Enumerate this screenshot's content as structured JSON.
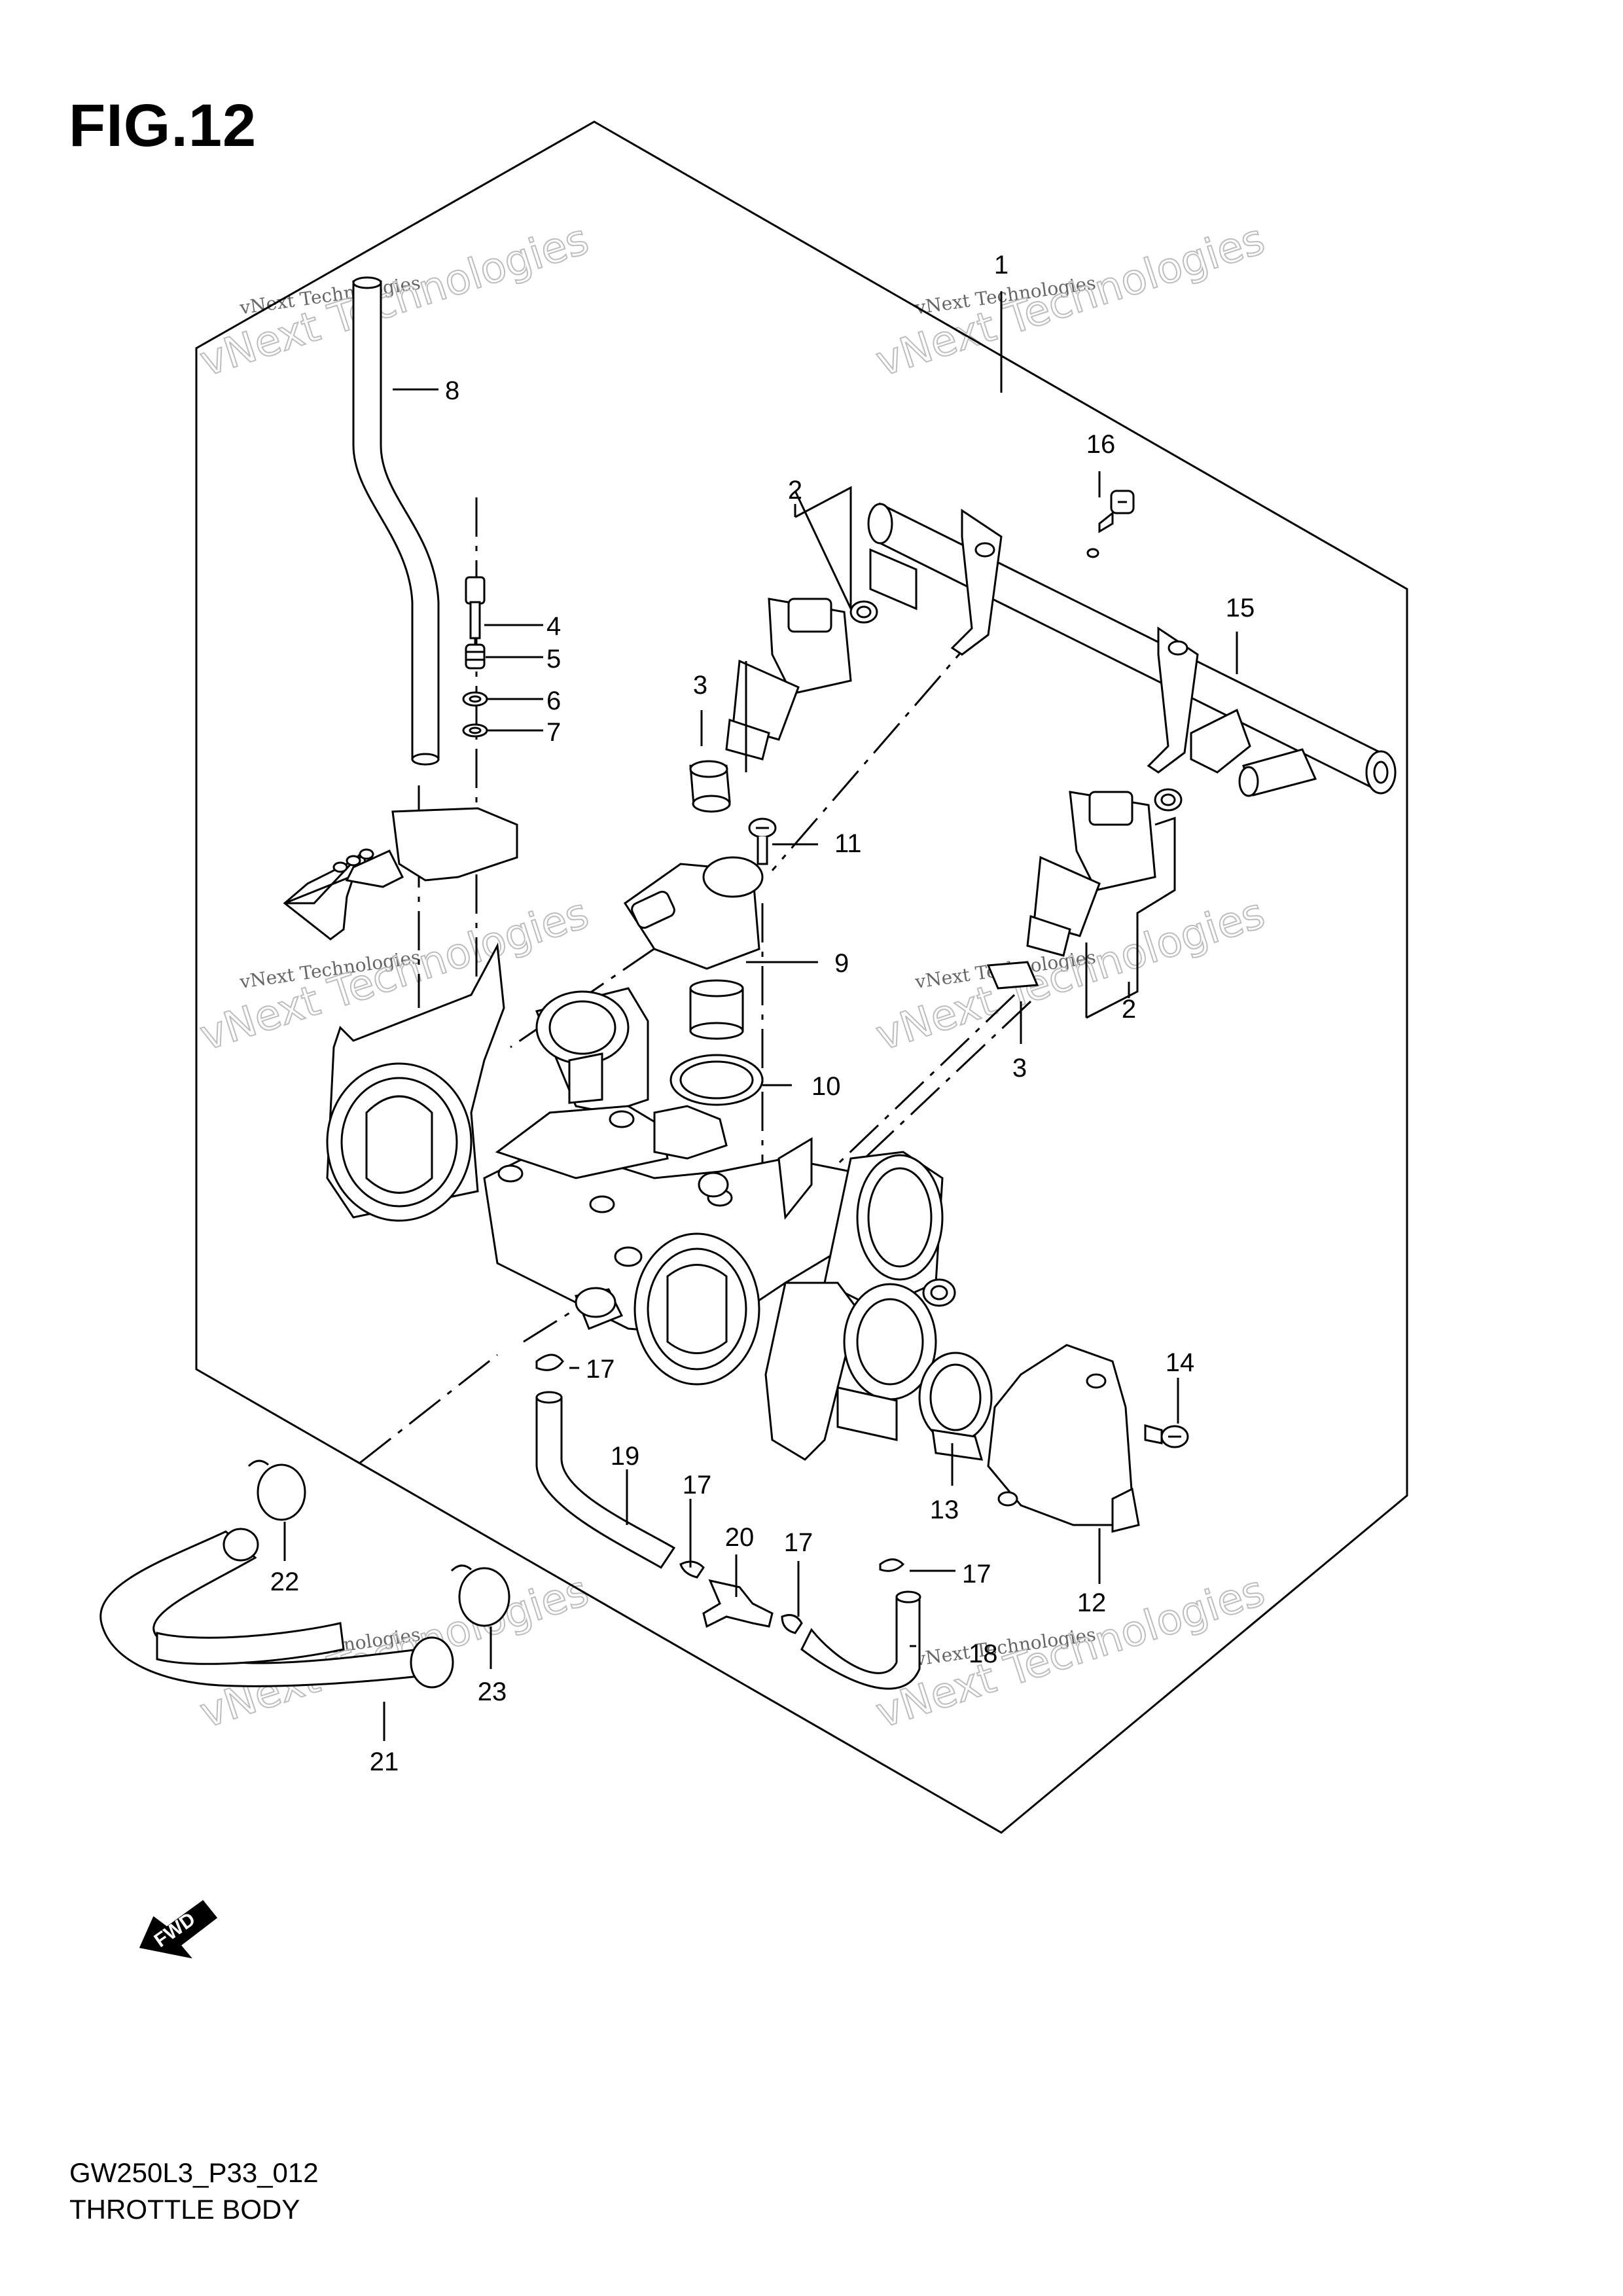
{
  "figure": {
    "label": "FIG.12"
  },
  "footer": {
    "model_code": "GW250L3_P33_012",
    "section_name": "THROTTLE BODY"
  },
  "watermark": {
    "line1": "vNext Technologies",
    "line2": "vNext Technologies"
  },
  "fwd_arrow": {
    "label": "FWD"
  },
  "callouts": [
    "1",
    "2",
    "2",
    "3",
    "3",
    "4",
    "5",
    "6",
    "7",
    "8",
    "9",
    "10",
    "11",
    "12",
    "13",
    "14",
    "15",
    "16",
    "17",
    "17",
    "17",
    "17",
    "18",
    "19",
    "20",
    "21",
    "22",
    "23"
  ]
}
